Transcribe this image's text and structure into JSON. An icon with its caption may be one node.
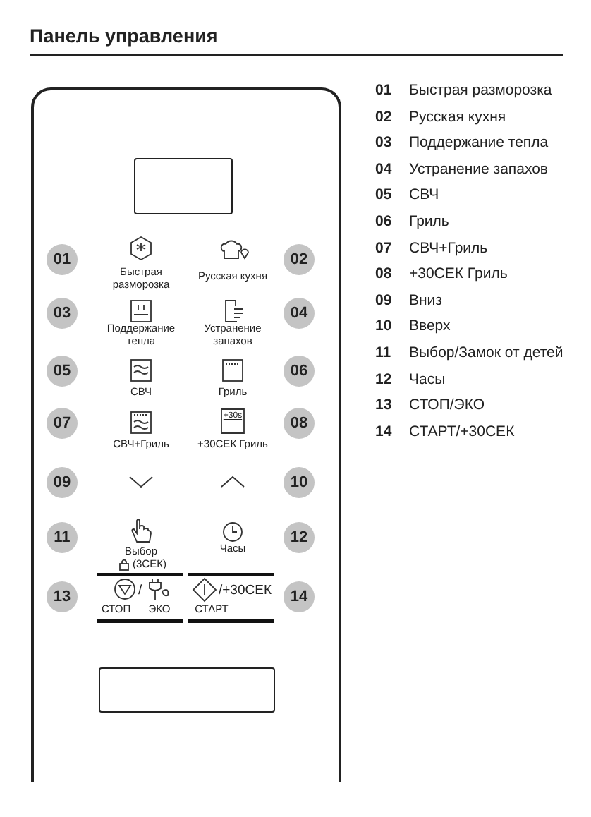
{
  "diagram": {
    "title": "Панель управления",
    "nodes": [
      {
        "text": [],
        "shape": "box"
      },
      {
        "text": [],
        "shape": "box",
        "in": 0
      },
      {
        "text": [
          "01"
        ],
        "in": 0
      },
      {
        "text": [
          "02"
        ],
        "in": 0
      },
      {
        "text": [
          "03"
        ],
        "in": 0
      },
      {
        "text": [
          "04"
        ],
        "in": 0
      },
      {
        "text": [
          "05"
        ],
        "in": 0
      },
      {
        "text": [
          "06"
        ],
        "in": 0
      },
      {
        "text": [
          "07"
        ],
        "in": 0
      },
      {
        "text": [
          "08"
        ],
        "in": 0
      },
      {
        "text": [
          "09"
        ],
        "in": 0
      },
      {
        "text": [
          "10"
        ],
        "in": 0
      },
      {
        "text": [
          "11"
        ],
        "in": 0
      },
      {
        "text": [
          "12"
        ],
        "in": 0
      },
      {
        "text": [
          "13"
        ],
        "in": 0
      },
      {
        "text": [
          "14"
        ],
        "in": 0
      },
      {
        "text": [],
        "shape": "box",
        "in": 0
      }
    ],
    "labels": [
      "Быстрая разморозка",
      "Русская кухня",
      "Поддержание тепла",
      "Устранение запахов",
      "СВЧ",
      "Гриль",
      "+30s",
      "СВЧ+Гриль",
      "+30СЕК Гриль",
      "Выбор",
      "(3СЕК)",
      "Часы",
      "/",
      "/+30СЕК",
      "СТОП",
      "ЭКО",
      "СТАРТ",
      "01",
      "Быстрая разморозка",
      "02",
      "Русская кухня",
      "03",
      "Поддержание тепла",
      "04",
      "Устранение запахов",
      "05",
      "СВЧ",
      "06",
      "Гриль",
      "07",
      "СВЧ+Гриль",
      "08",
      "+30СЕК Гриль",
      "09",
      "Вниз",
      "10",
      "Вверх",
      "11",
      "Выбор/Замок от детей",
      "12",
      "Часы",
      "13",
      "СТОП/ЭКО",
      "14",
      "СТАРТ/+30СЕК"
    ]
  }
}
